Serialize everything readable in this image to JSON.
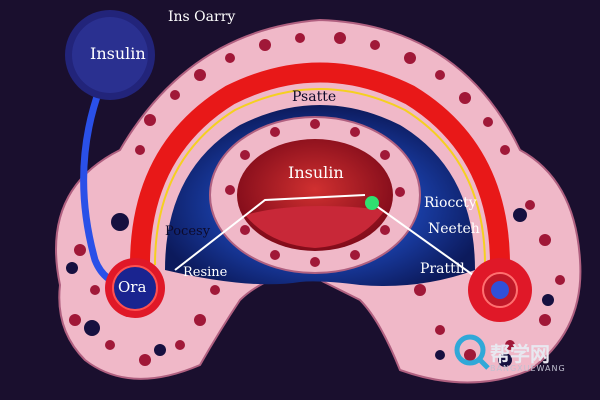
{
  "labels": {
    "top_title": "Ins Oarry",
    "circle_label": "Insulin",
    "arch_label": "Psatte",
    "center_label": "Insulin",
    "right_label_1": "Rioccty",
    "right_label_2": "Neeteh",
    "right_label_3": "Prattil",
    "left_label_1": "Pocesy",
    "left_label_2": "Resine",
    "left_node_label": "Ora"
  },
  "watermark": {
    "main": "帮学网",
    "sub": "BANGXUEWANG"
  },
  "colors": {
    "background": "#1a0f2e",
    "outer_tissue": "#f0b8c8",
    "cells": "#a01838",
    "glow": "#1a3fa8",
    "red_band": "#e81818",
    "yellow_line": "#f5d020",
    "center_core": "#9a1020",
    "insulin_circle": "#22247a",
    "green_dot": "#30e070"
  }
}
